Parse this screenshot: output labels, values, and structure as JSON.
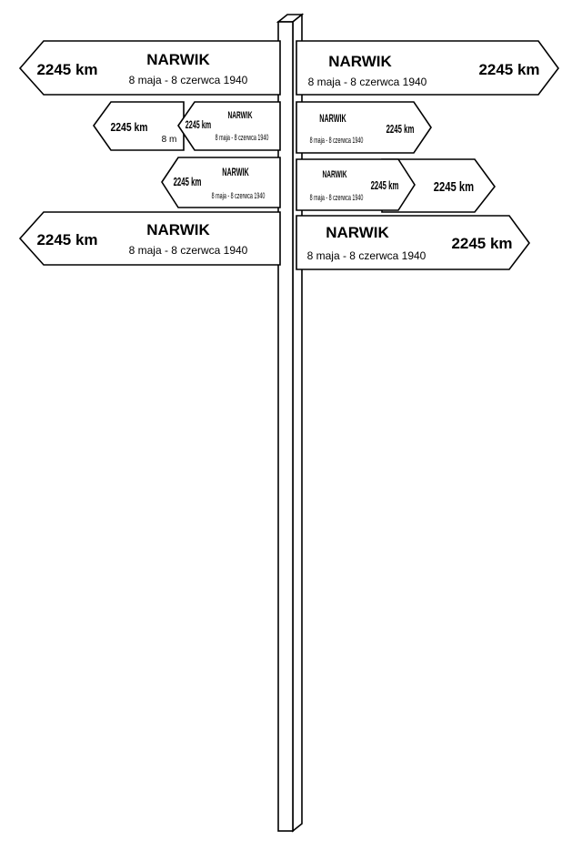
{
  "colors": {
    "stroke": "#000000",
    "fill": "#ffffff"
  },
  "signs": {
    "r1_left": {
      "distance": "2245 km",
      "city": "NARWIK",
      "dates": "8 maja - 8 czerwca 1940"
    },
    "r1_right": {
      "distance": "2245 km",
      "city": "NARWIK",
      "dates": "8 maja - 8 czerwca 1940"
    },
    "r2_left_back": {
      "distance": "2245 km",
      "dates": "8 m"
    },
    "r2_left_front": {
      "distance": "2245 km",
      "city": "NARWIK",
      "dates": "8 maja - 8 czerwca 1940"
    },
    "r2_right": {
      "distance": "2245 km",
      "city": "NARWIK",
      "dates": "8 maja - 8 czerwca 1940"
    },
    "r3_left": {
      "distance": "2245 km",
      "city": "NARWIK",
      "dates": "8 maja - 8 czerwca 1940"
    },
    "r3_right_front": {
      "distance": "2245 km",
      "city": "NARWIK",
      "dates": "8 maja - 8 czerwca 1940"
    },
    "r3_right_back": {
      "distance": "2245 km"
    },
    "r4_left": {
      "distance": "2245 km",
      "city": "NARWIK",
      "dates": "8 maja - 8 czerwca 1940"
    },
    "r4_right": {
      "distance": "2245 km",
      "city": "NARWIK",
      "dates": "8 maja - 8 czerwca 1940"
    }
  }
}
